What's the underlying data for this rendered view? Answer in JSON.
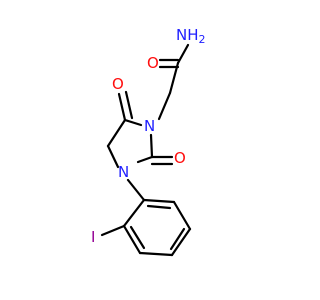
{
  "molecule": {
    "atoms": [
      {
        "id": "amide-n",
        "label": "NH",
        "sub": "2",
        "color": "#1f1fff"
      },
      {
        "id": "amide-o",
        "label": "O",
        "color": "#ff0d0d"
      },
      {
        "id": "ring-n1",
        "label": "N",
        "color": "#1f1fff"
      },
      {
        "id": "ring-o1",
        "label": "O",
        "color": "#ff0d0d"
      },
      {
        "id": "ring-o2",
        "label": "O",
        "color": "#ff0d0d"
      },
      {
        "id": "ring-n2",
        "label": "N",
        "color": "#1f1fff"
      },
      {
        "id": "iodine",
        "label": "I",
        "color": "#940094"
      }
    ]
  }
}
